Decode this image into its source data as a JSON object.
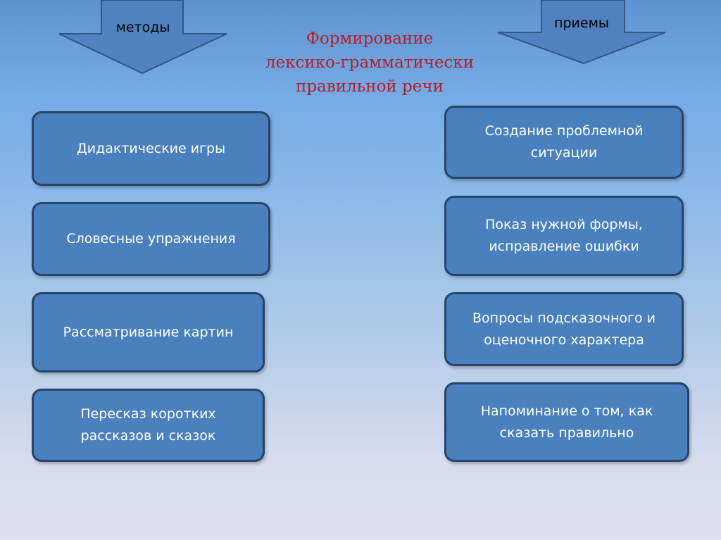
{
  "arrows": {
    "methods": "методы",
    "techniques": "приемы"
  },
  "title": {
    "line1": "Формирование",
    "line2": "лексико-грамматически",
    "line3": "правильной речи"
  },
  "methods": [
    {
      "line1": "Дидактические игры"
    },
    {
      "line1": "Словесные упражнения"
    },
    {
      "line1": "Рассматривание картин"
    },
    {
      "line1": "Пересказ коротких",
      "line2": "рассказов и сказок"
    }
  ],
  "techniques": [
    {
      "line1": "Создание проблемной",
      "line2": "ситуации"
    },
    {
      "line1": "Показ нужной формы,",
      "line2": "исправление ошибки"
    },
    {
      "line1": "Вопросы подсказочного и",
      "line2": "оценочного характера"
    },
    {
      "line1": "Напоминание о том, как",
      "line2": "сказать правильно"
    }
  ],
  "colors": {
    "box_fill": "#4a80bd",
    "box_border": "#27446b",
    "title": "#b3202a",
    "arrow_fill": "#4f82bf"
  }
}
